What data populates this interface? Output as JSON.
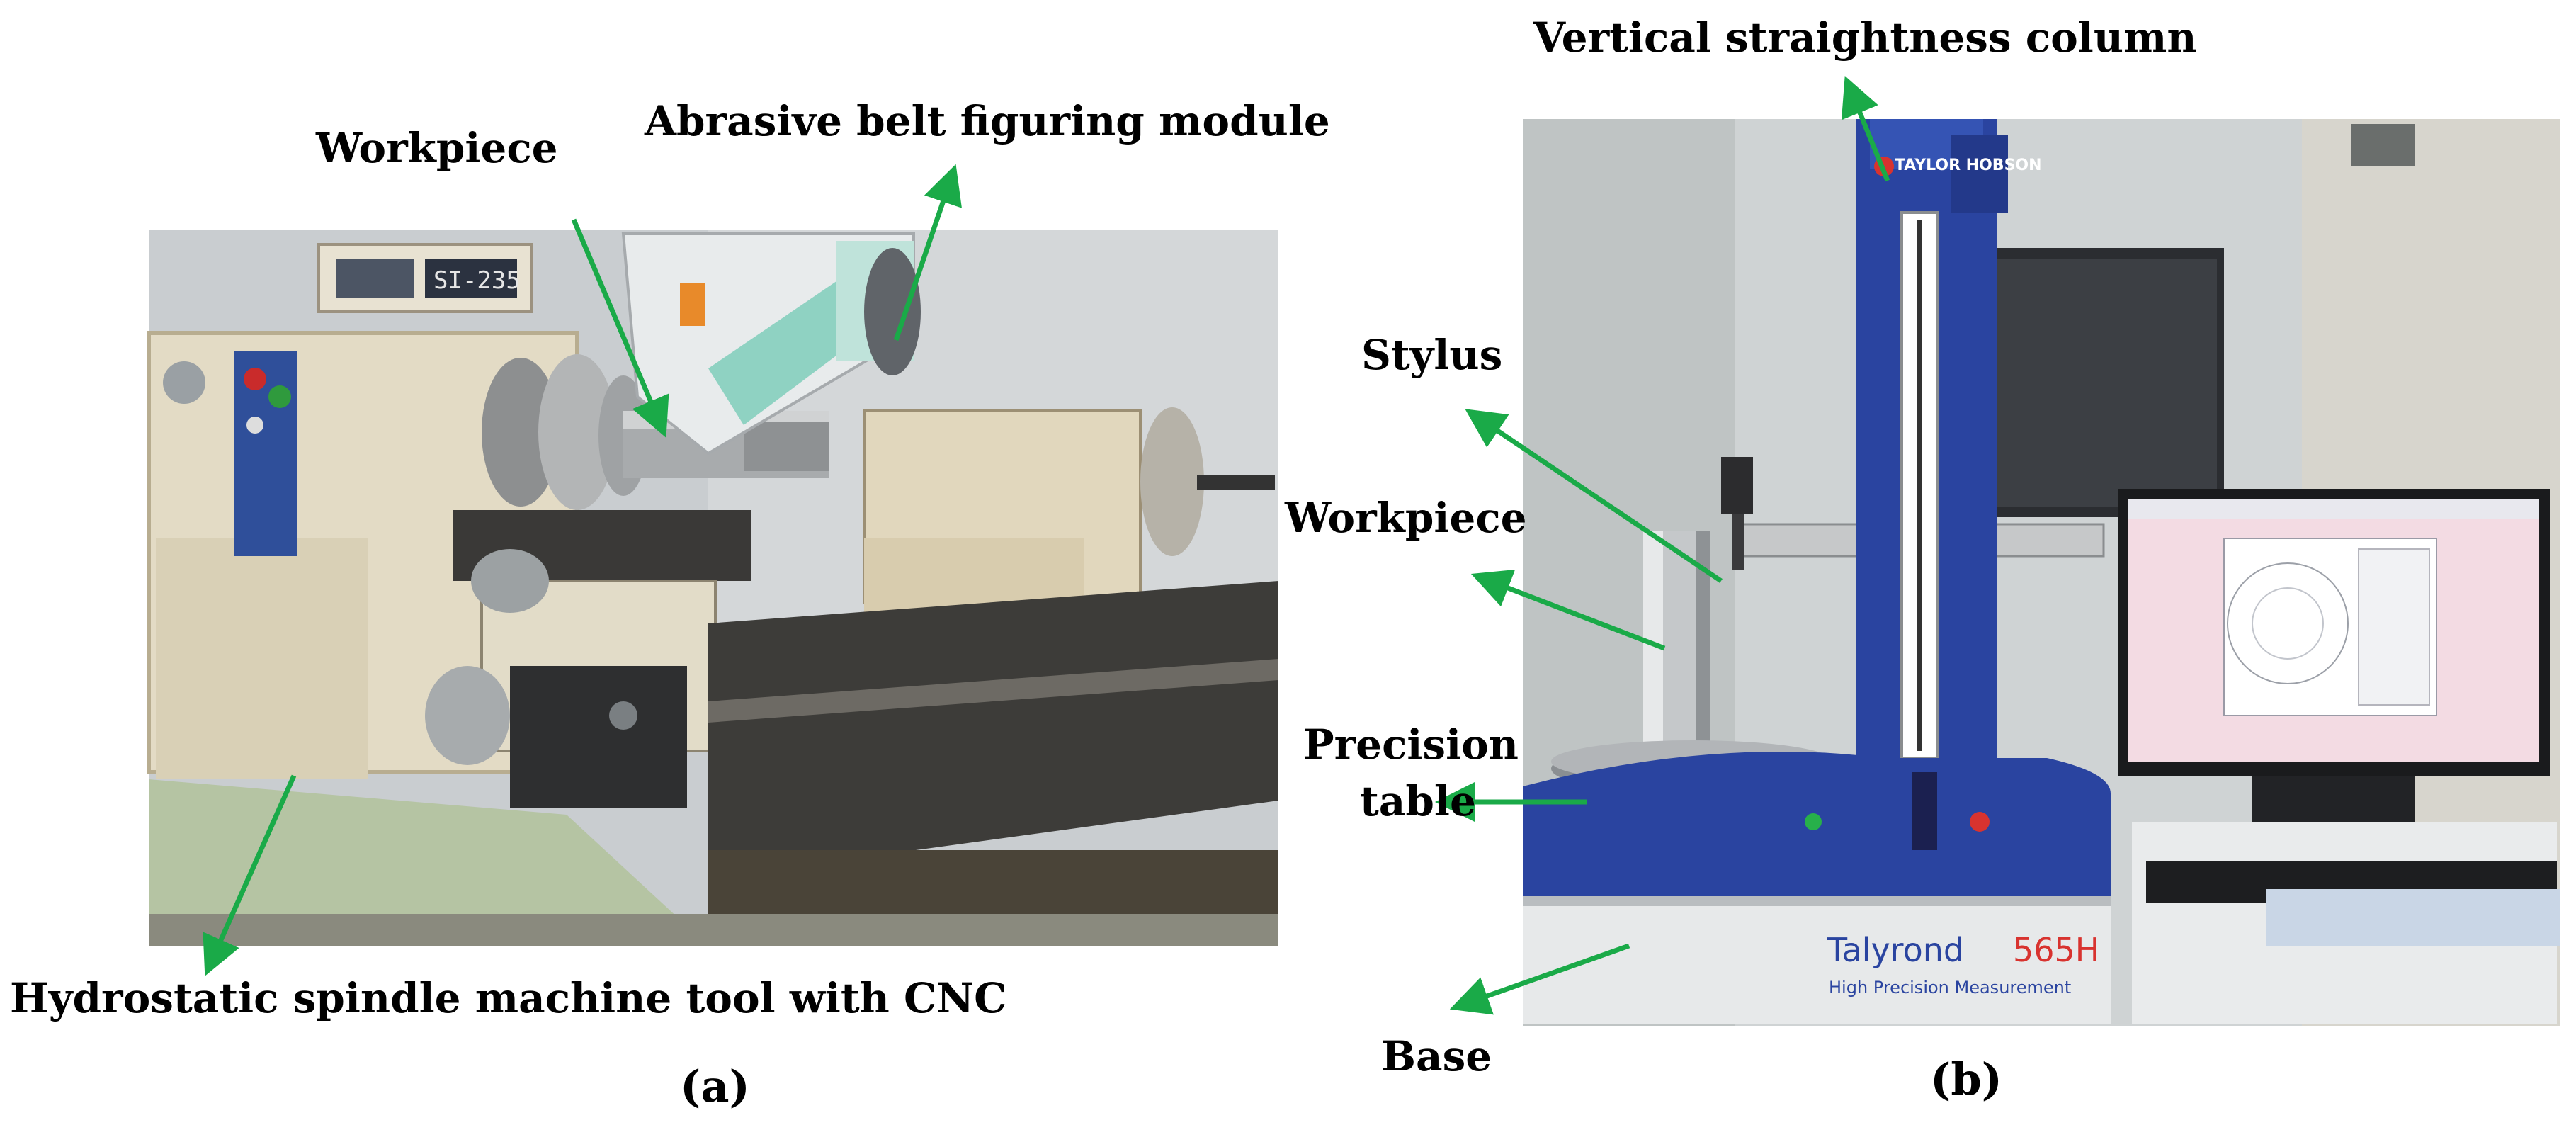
{
  "panel_a": {
    "labels": {
      "workpiece": "Workpiece",
      "belt_module": "Abrasive belt figuring module",
      "spindle": "Hydrostatic spindle machine tool with CNC"
    },
    "machine_plate": "SI-235",
    "caption": "(a)"
  },
  "panel_b": {
    "labels": {
      "column": "Vertical straightness column",
      "stylus": "Stylus",
      "workpiece": "Workpiece",
      "table_line1": "Precision",
      "table_line2": "table",
      "base": "Base"
    },
    "brand_logo": "TAYLOR HOBSON",
    "model_brand": "Talyrond",
    "model_number": "565H",
    "model_tagline": "High Precision Measurement",
    "caption": "(b)"
  },
  "colors": {
    "arrow": "#1aaa48",
    "machine_cream": "#e4dcc6",
    "machine_blue": "#2f4f9a",
    "instrument_blue": "#2a44a0",
    "screen_pink": "#f3dbe3",
    "wall_left": "#cfd3d4",
    "wall_right": "#d8d6cf"
  }
}
